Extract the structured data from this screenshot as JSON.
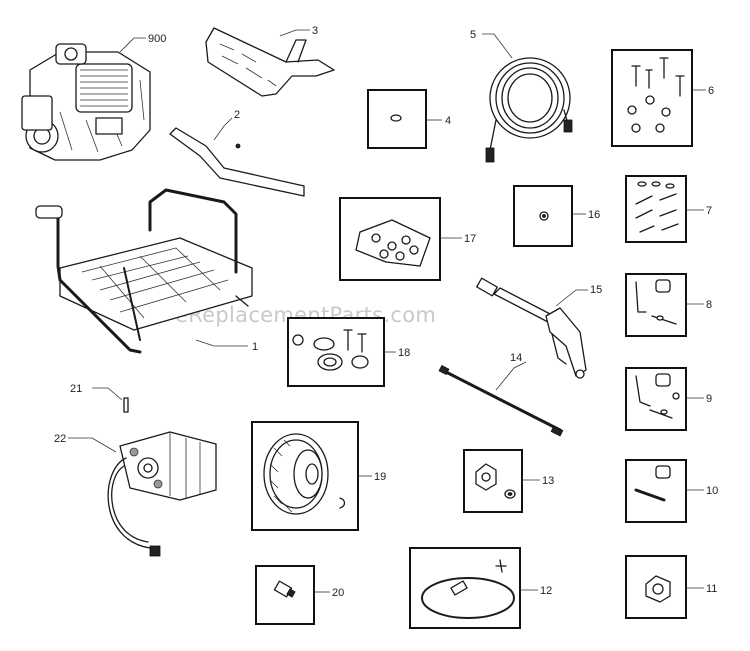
{
  "watermark": "eReplacementParts.com",
  "parts": [
    {
      "id": "p900",
      "number": "900"
    },
    {
      "id": "p3",
      "number": "3"
    },
    {
      "id": "p5",
      "number": "5"
    },
    {
      "id": "p6",
      "number": "6"
    },
    {
      "id": "p2",
      "number": "2"
    },
    {
      "id": "p4",
      "number": "4"
    },
    {
      "id": "p16",
      "number": "16"
    },
    {
      "id": "p7",
      "number": "7"
    },
    {
      "id": "p17",
      "number": "17"
    },
    {
      "id": "p15",
      "number": "15"
    },
    {
      "id": "p8",
      "number": "8"
    },
    {
      "id": "p1",
      "number": "1"
    },
    {
      "id": "p18",
      "number": "18"
    },
    {
      "id": "p14",
      "number": "14"
    },
    {
      "id": "p9",
      "number": "9"
    },
    {
      "id": "p21",
      "number": "21"
    },
    {
      "id": "p22",
      "number": "22"
    },
    {
      "id": "p19",
      "number": "19"
    },
    {
      "id": "p13",
      "number": "13"
    },
    {
      "id": "p10",
      "number": "10"
    },
    {
      "id": "p20",
      "number": "20"
    },
    {
      "id": "p12",
      "number": "12"
    },
    {
      "id": "p11",
      "number": "11"
    }
  ]
}
